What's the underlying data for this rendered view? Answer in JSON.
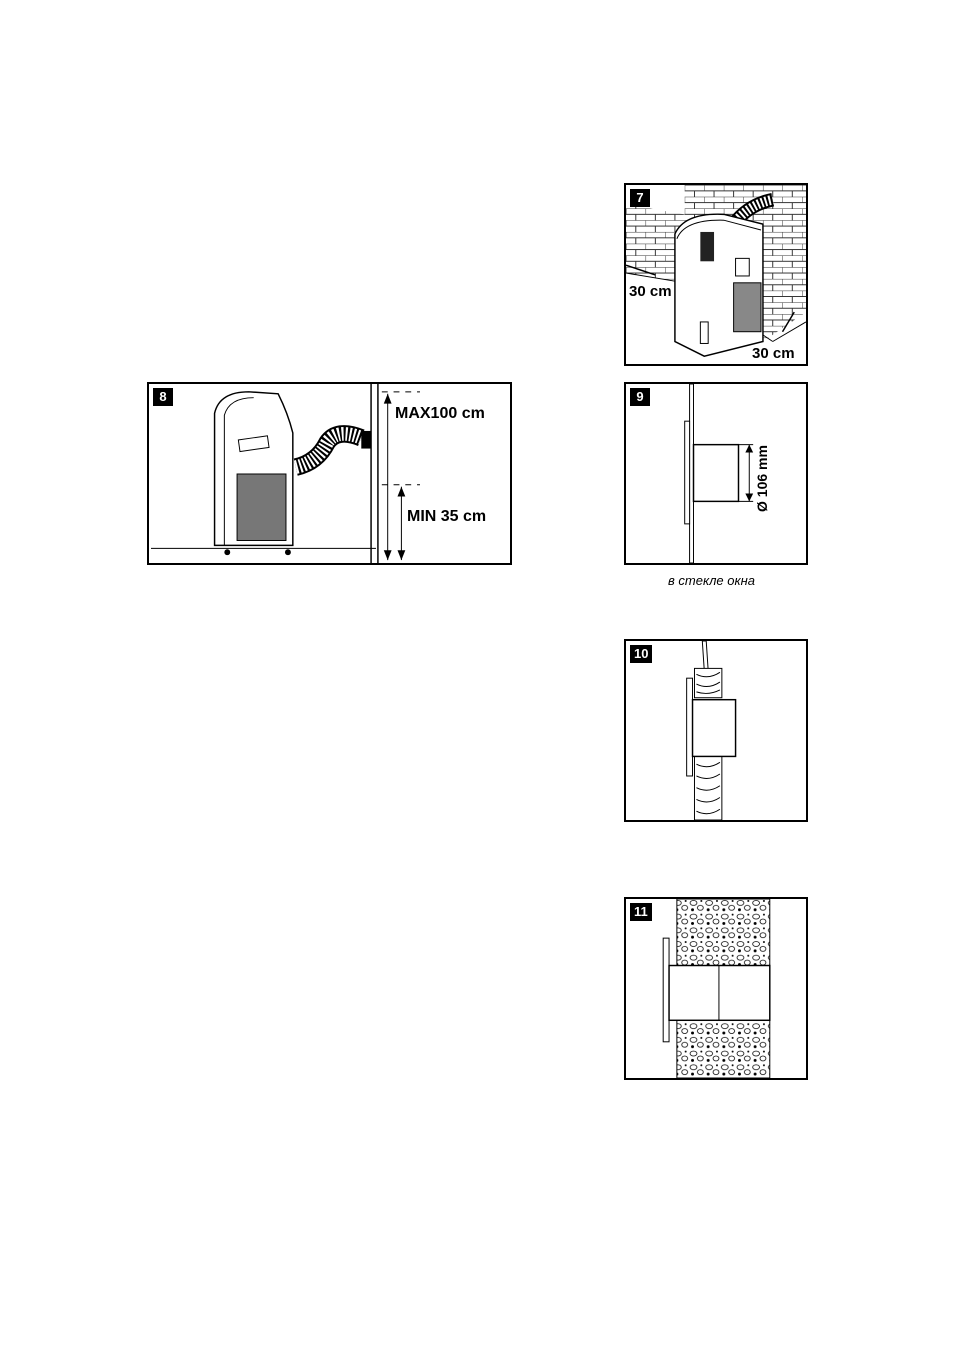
{
  "figures": {
    "fig7": {
      "number": "7",
      "label_left": "30 cm",
      "label_right": "30 cm"
    },
    "fig8": {
      "number": "8",
      "label_max": "MAX100 cm",
      "label_min": "MIN 35 cm"
    },
    "fig9": {
      "number": "9",
      "label_diameter": "Ø 106 mm",
      "caption": "в стекле окна"
    },
    "fig10": {
      "number": "10"
    },
    "fig11": {
      "number": "11"
    }
  }
}
